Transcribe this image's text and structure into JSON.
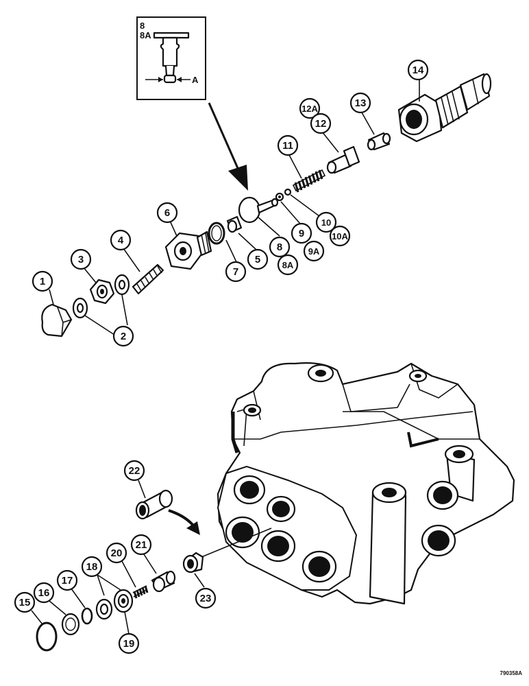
{
  "inset": {
    "labels": [
      "8",
      "8A"
    ],
    "dimension_label": "A"
  },
  "callouts": {
    "c1": "1",
    "c2": "2",
    "c3": "3",
    "c4": "4",
    "c5": "5",
    "c6": "6",
    "c7": "7",
    "c8a": "8",
    "c8b": "8A",
    "c9a": "9",
    "c9b": "9A",
    "c10a": "10",
    "c10b": "10A",
    "c11": "11",
    "c12a": "12A",
    "c12b": "12",
    "c13": "13",
    "c14": "14",
    "c15": "15",
    "c16": "16",
    "c17": "17",
    "c18": "18",
    "c19": "19",
    "c20": "20",
    "c21": "21",
    "c22": "22",
    "c23": "23"
  },
  "figure_id": "790358A"
}
